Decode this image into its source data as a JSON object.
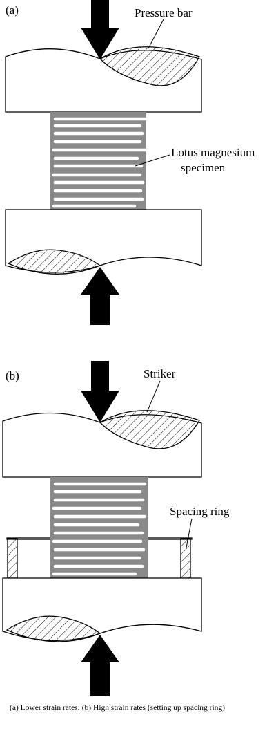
{
  "panels": [
    {
      "id": "a",
      "label": "(a)",
      "callouts": [
        "Pressure bar",
        "Lotus magnesium",
        "specimen"
      ]
    },
    {
      "id": "b",
      "label": "(b)",
      "callouts": [
        "Striker",
        "Spacing ring"
      ]
    }
  ],
  "caption": "(a) Lower strain rates; (b) High strain rates (setting up spacing ring)",
  "colors": {
    "specimen": "#8a8a8a",
    "pores": "#ffffff",
    "arrows": "#000000"
  }
}
